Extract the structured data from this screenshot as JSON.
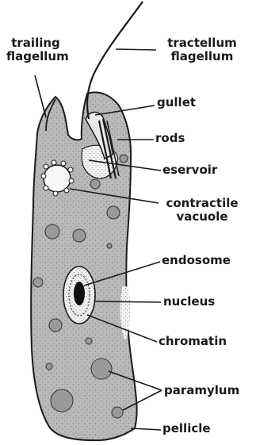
{
  "diagram": {
    "labels": {
      "trailing_flagellum": [
        "trailing",
        "flagellum"
      ],
      "tractellum_flagellum": [
        "tractellum",
        "flagellum"
      ],
      "gullet": "gullet",
      "rods": "rods",
      "reservoir": "eservoir",
      "contractile_vacuole": [
        "contractile",
        "vacuole"
      ],
      "endosome": "endosome",
      "nucleus": "nucleus",
      "chromatin": "chromatin",
      "paramylum": "paramylum",
      "pellicle": "pellicle"
    },
    "colors": {
      "ink": "#1a1a1a",
      "cell_fill": "#b4b4b4",
      "paper": "#ffffff"
    }
  }
}
